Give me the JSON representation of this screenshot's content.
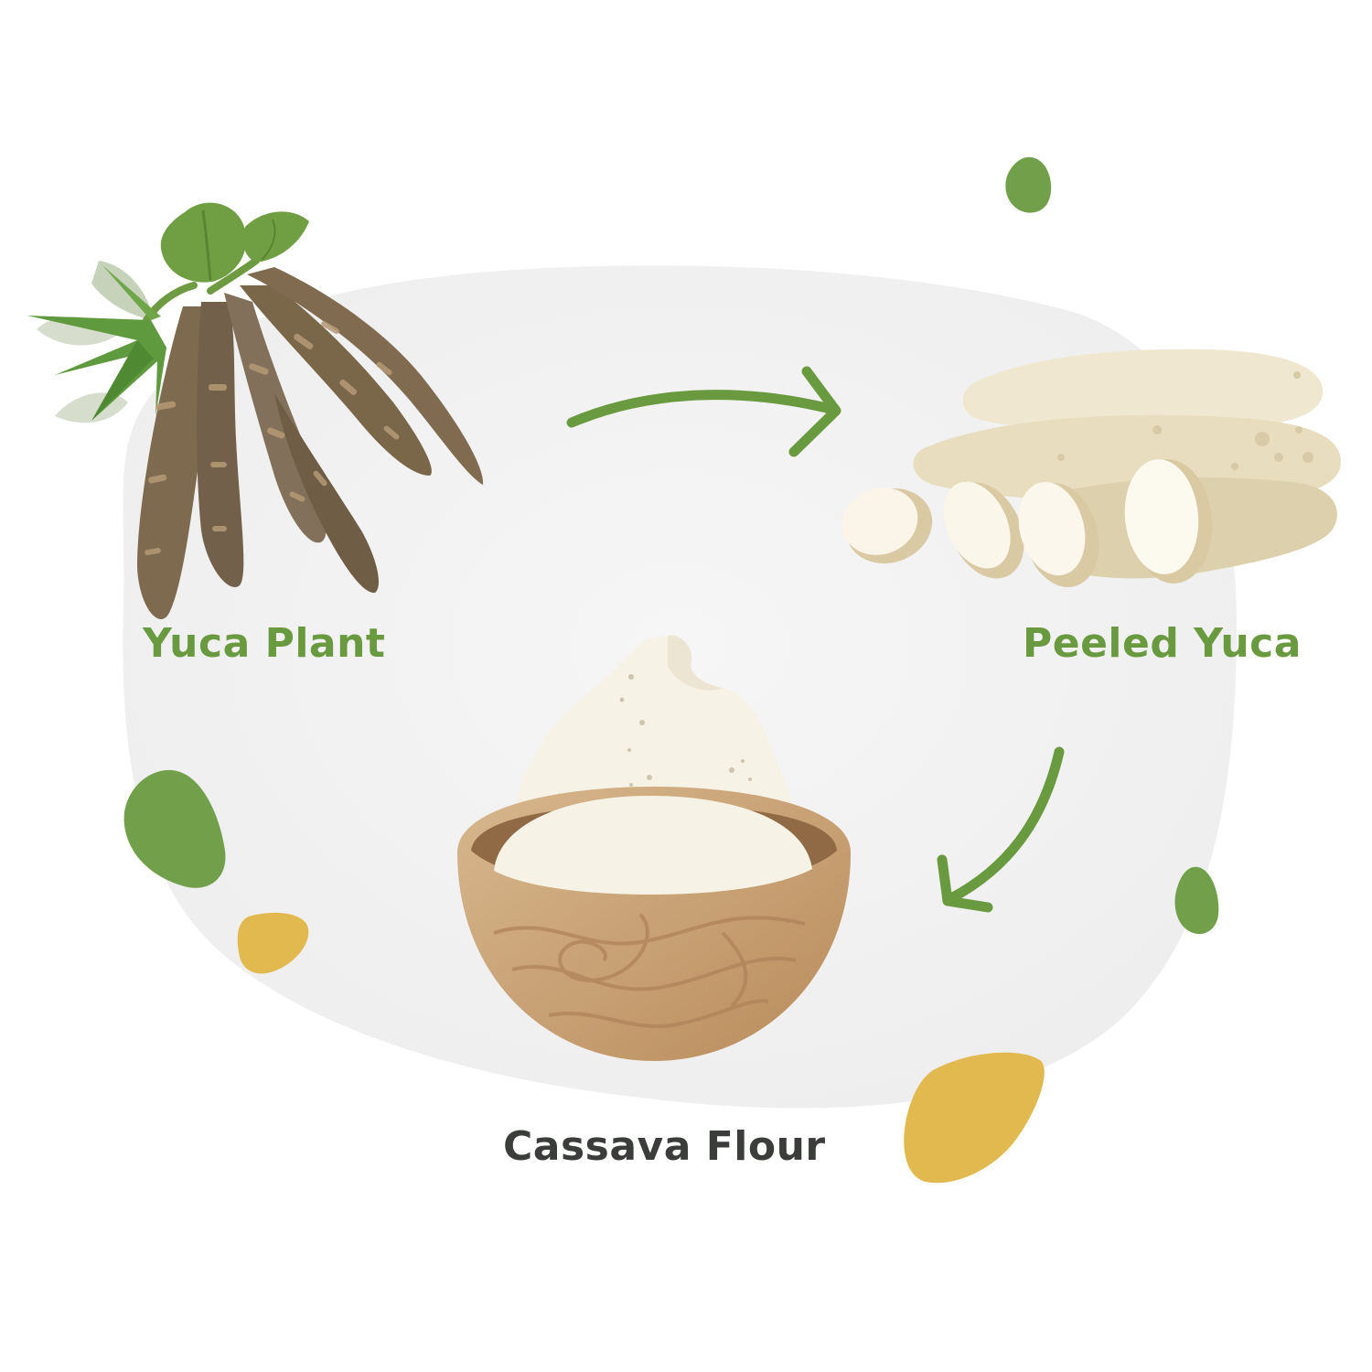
{
  "steps": {
    "yuca_plant": "Yuca Plant",
    "peeled_yuca": "Peeled Yuca",
    "cassava_flour": "Cassava Flour"
  },
  "colors": {
    "green_label": "#6a9a3f",
    "dark_label": "#3a3d3a",
    "arrow": "#6a9a3f",
    "leaf_green": "#72a04a",
    "leaf_yellow": "#e1b94e",
    "blob_bg": "#f1f1f1",
    "root_brown": "#7e6a4e",
    "peeled_cream": "#efe6cf",
    "bowl_wood": "#c9a276",
    "flour_white": "#f7f2e6"
  },
  "icons": {
    "plant": "yuca-plant-illustration",
    "peeled": "peeled-yuca-illustration",
    "flour": "flour-bowl-illustration",
    "arrow_1": "arrow-right-icon",
    "arrow_2": "arrow-down-left-icon"
  }
}
